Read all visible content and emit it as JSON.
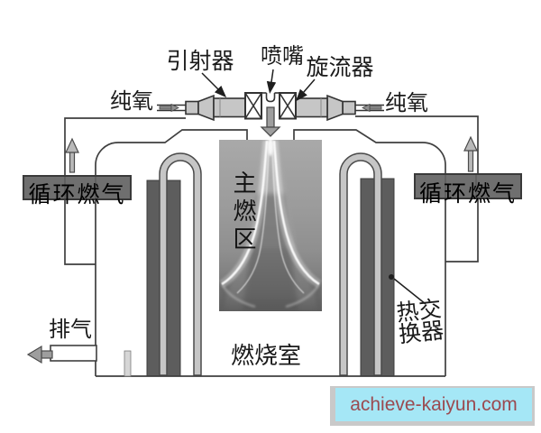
{
  "labels": {
    "ejector": "引射器",
    "nozzle": "喷嘴",
    "swirler": "旋流器",
    "pure_oxygen": "纯氧",
    "recirculated_gas": "循环燃气",
    "main_combustion_zone": "主燃区",
    "combustion_chamber": "燃烧室",
    "exhaust": "排气",
    "heat_exchanger_line1": "热交",
    "heat_exchanger_line2": "换器"
  },
  "watermark": {
    "text": "achieve-kaiyun.com",
    "background": "#a5e7f6",
    "text_color": "#9b4a50"
  },
  "colors": {
    "line": "#3f3f3f",
    "metal_fill": "#c6c6c6",
    "dark_bar": "#5d5d5d",
    "gas_box_fill": "#6f6f6f",
    "flame_background": "#989898",
    "flow_arrow_fill": "#9e9e9e"
  }
}
